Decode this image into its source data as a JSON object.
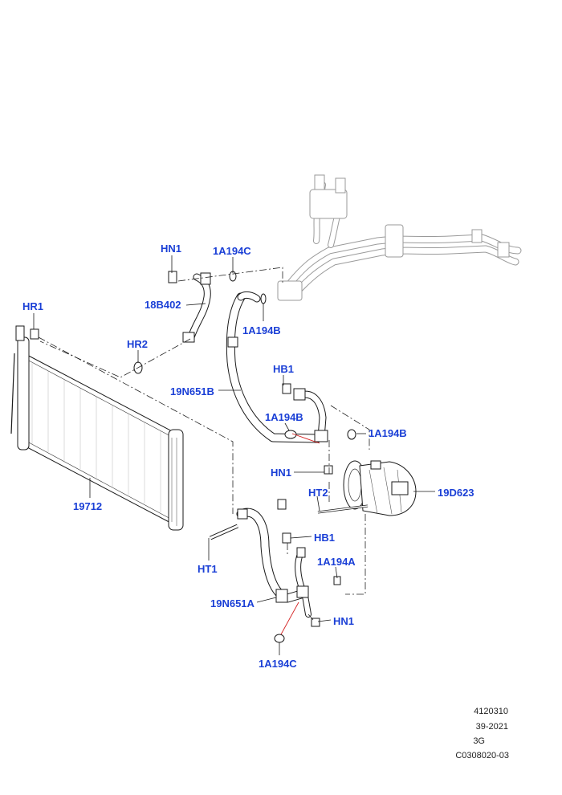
{
  "callouts": {
    "hn1_top": "HN1",
    "a194c_top": "1A194C",
    "b18402": "18B402",
    "a194b_upper": "1A194B",
    "hr1": "HR1",
    "hr2": "HR2",
    "n651b": "19N651B",
    "hb1_upper": "HB1",
    "a194b_mid": "1A194B",
    "a194b_right": "1A194B",
    "hn1_mid": "HN1",
    "d623": "19D623",
    "ht2": "HT2",
    "r19712": "19712",
    "hb1_lower": "HB1",
    "ht1": "HT1",
    "a194a": "1A194A",
    "n651a": "19N651A",
    "hn1_bottom": "HN1",
    "a194c_bottom": "1A194C"
  },
  "footer": {
    "line1": "4120310",
    "line2": "39-2021",
    "line3": "3G",
    "line4": "C0308020-03"
  }
}
